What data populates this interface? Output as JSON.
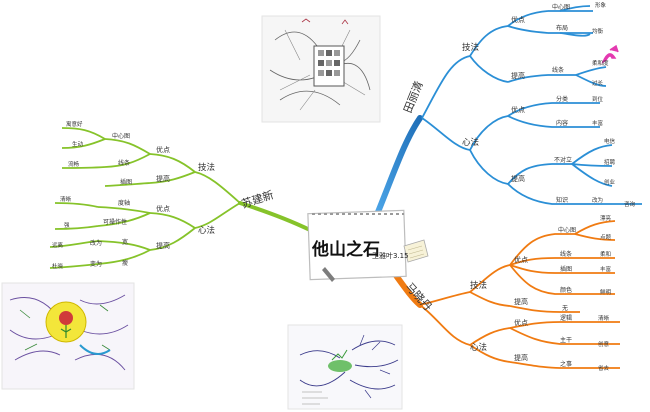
{
  "center": {
    "title": "他山之石",
    "subtitle": "王雅叶3.15"
  },
  "colors": {
    "tian": "#2b8fd6",
    "su": "#86c32a",
    "ma": "#f07b12",
    "text": "#333333"
  },
  "branches": {
    "tian": {
      "name": "田丽清",
      "l1": [
        "技法",
        "心法"
      ],
      "jifa": {
        "youdian": "优点",
        "tigao": "提高",
        "zhongxintu": "中心图",
        "buju": "布局",
        "xingxiang": "形象",
        "junheng": "均衡",
        "xiantiao": "线条",
        "rouhedu": "柔和度",
        "guoshao": "过长"
      },
      "xinfa": {
        "youdian": "优点",
        "tigao": "提高",
        "fenlei": "分类",
        "neirong": "内容",
        "daowei": "到位",
        "fengfu": "丰富",
        "buduili": "不对立",
        "dianxin": "电信",
        "zhaopin": "招聘",
        "chuangye": "创业",
        "zhishi": "知识",
        "gaiwei": "改为",
        "zixun": "咨询"
      }
    },
    "su": {
      "name": "苏建新",
      "l1": [
        "技法",
        "心法"
      ],
      "jifa": {
        "youdian": "优点",
        "tigao": "提高",
        "zhongxintu": "中心图",
        "xiantiao": "线条",
        "xiaoguohao": "寓意好",
        "shengdong": "生动",
        "liuchang": "流畅",
        "chatu": "插图"
      },
      "xinfa": {
        "youdian": "优点",
        "tigao": "提高",
        "dushu": "度轴",
        "kecaozuoxing": "可操作性",
        "qingxi": "清晰",
        "qiang": "强",
        "gaiwei": "改为",
        "bianwei": "变为",
        "kuan": "宽",
        "shou": "瘦",
        "yuanli": "远离",
        "duxiao": "杜晓"
      }
    },
    "ma": {
      "name": "马晓丹",
      "l1": [
        "技法",
        "心法"
      ],
      "jifa": {
        "youdian": "优点",
        "tigao": "提高",
        "zhongxintu": "中心图",
        "xiantiao": "线条",
        "chatu": "插图",
        "yanse": "颜色",
        "piaoliang": "漂亮",
        "tuchu": "点题",
        "rouhe": "柔和",
        "fengfu": "丰富",
        "xianming": "鲜明",
        "wu": "无"
      },
      "xinfa": {
        "youdian": "优点",
        "tigao": "提高",
        "luoji": "逻辑",
        "qingxi": "清晰",
        "zhugan": "主干",
        "chuangyi": "创意",
        "zhishi": "之事",
        "xiqu": "省去"
      }
    }
  }
}
